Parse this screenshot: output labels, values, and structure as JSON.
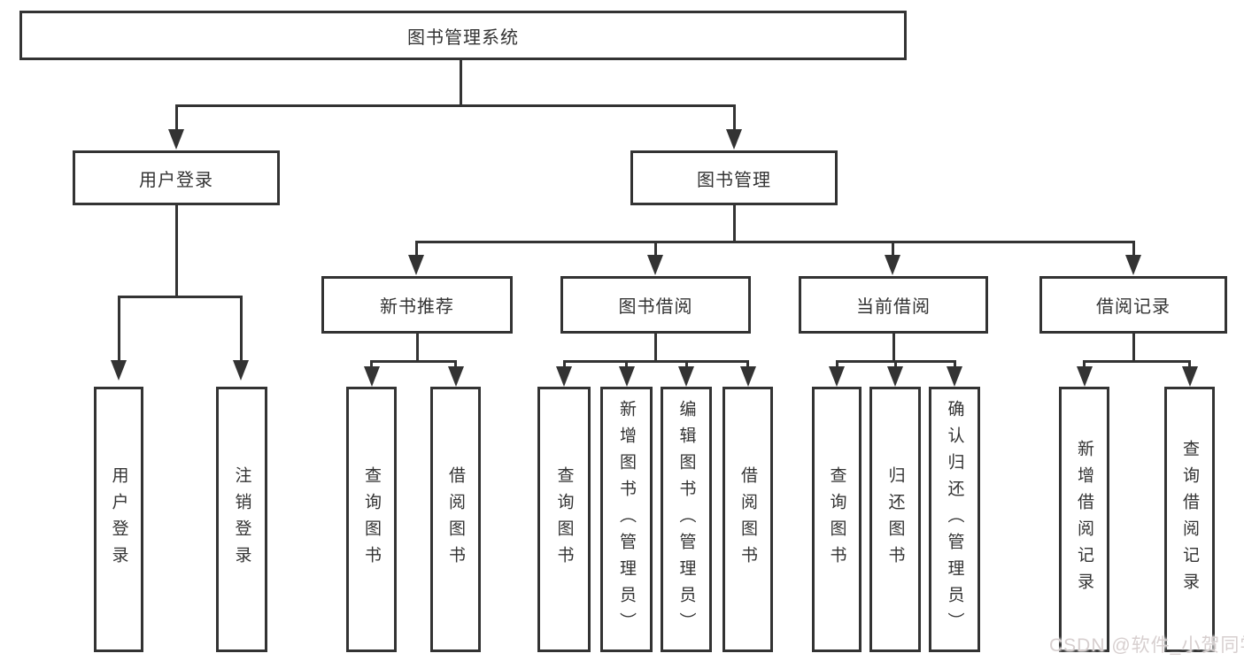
{
  "diagram_title": "图书管理系统",
  "tree": {
    "label": "图书管理系统",
    "children": [
      {
        "label": "用户登录",
        "children": [
          {
            "label": "用户登录"
          },
          {
            "label": "注销登录"
          }
        ]
      },
      {
        "label": "图书管理",
        "children": [
          {
            "label": "新书推荐",
            "children": [
              {
                "label": "查询图书"
              },
              {
                "label": "借阅图书"
              }
            ]
          },
          {
            "label": "图书借阅",
            "children": [
              {
                "label": "查询图书"
              },
              {
                "label": "新增图书（管理员）"
              },
              {
                "label": "编辑图书（管理员）"
              },
              {
                "label": "借阅图书"
              }
            ]
          },
          {
            "label": "当前借阅",
            "children": [
              {
                "label": "查询图书"
              },
              {
                "label": "归还图书"
              },
              {
                "label": "确认归还（管理员）"
              }
            ]
          },
          {
            "label": "借阅记录",
            "children": [
              {
                "label": "新增借阅记录"
              },
              {
                "label": "查询借阅记录"
              }
            ]
          }
        ]
      }
    ]
  },
  "watermark": {
    "text": "CSDN @软件_小贺同学"
  },
  "colors": {
    "line": "#333333",
    "box_background": "#ffffff",
    "text": "#333333",
    "watermark": "#d7cfcf"
  }
}
